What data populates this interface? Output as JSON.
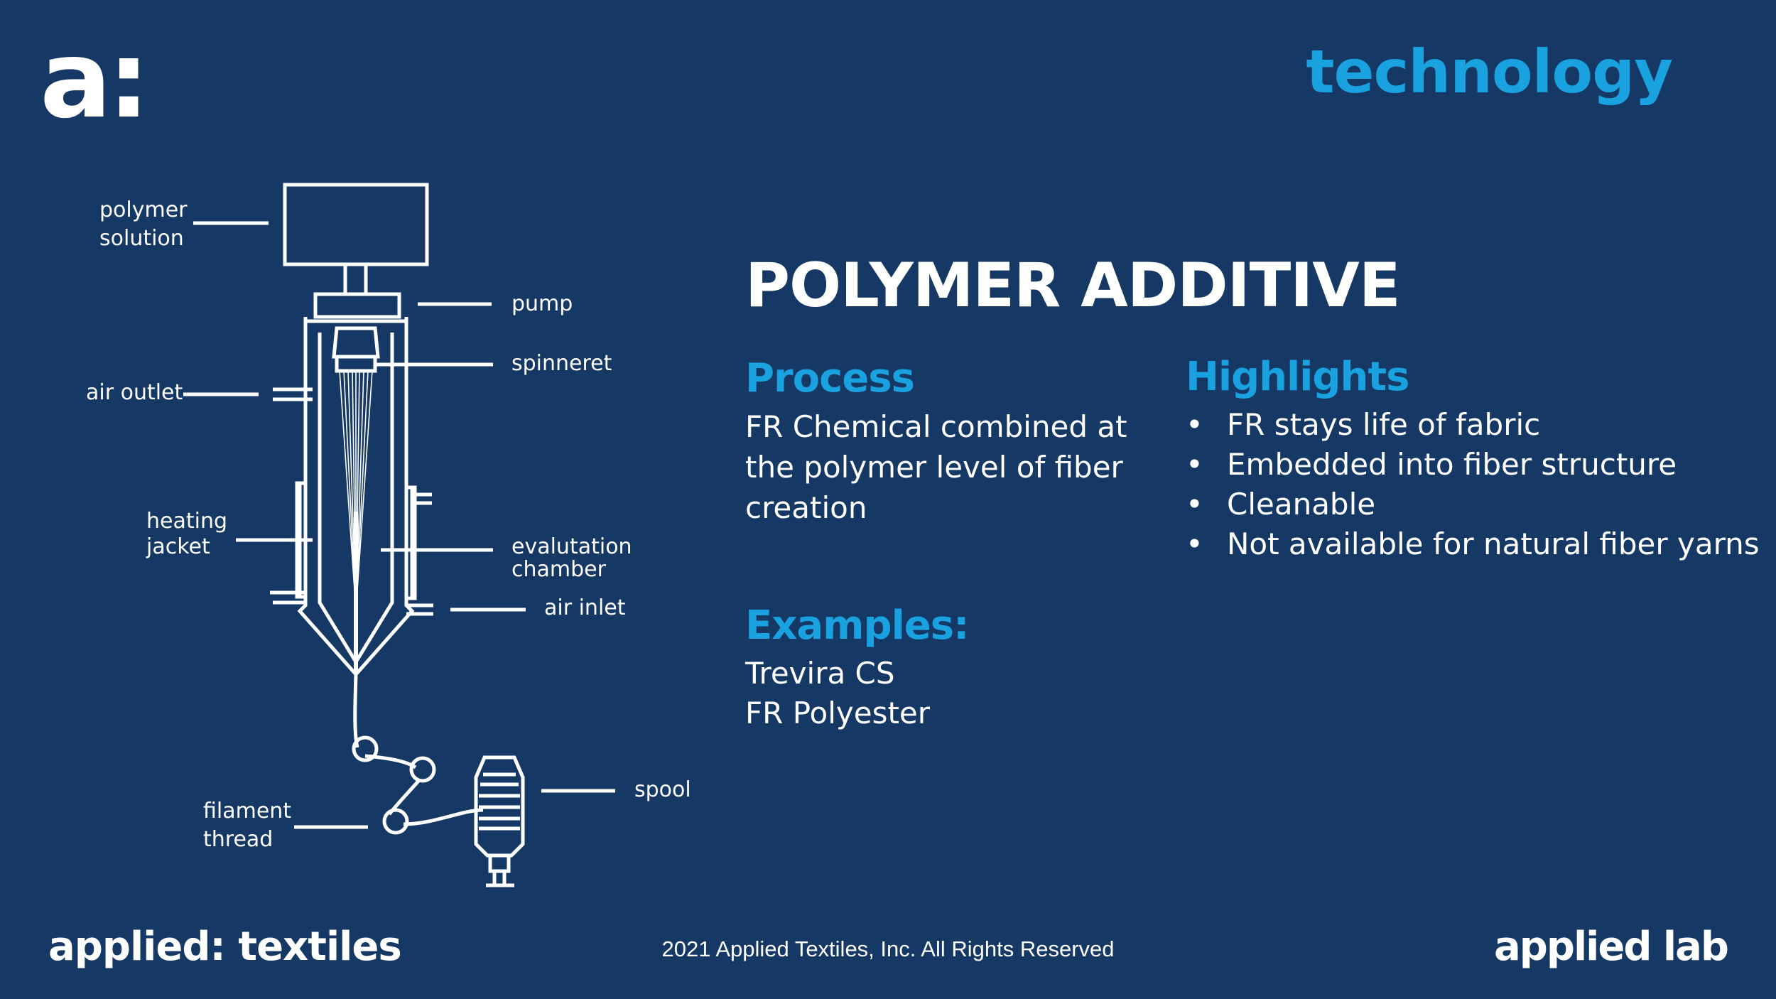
{
  "brand": {
    "logo_mark": "a:",
    "topic": "technology",
    "footer_left": "applied: textiles",
    "footer_copyright": "2021 Applied Textiles, Inc. All Rights Reserved",
    "footer_right": "applied lab"
  },
  "colors": {
    "background": "#153864",
    "accent": "#1aa1e0",
    "text": "#ffffff"
  },
  "diagram": {
    "labels": {
      "polymer_solution": "polymer\nsolution",
      "pump": "pump",
      "spinneret": "spinneret",
      "air_outlet": "air outlet",
      "heating_jacket": "heating\njacket",
      "evaluation_chamber": "evalutation\nchamber",
      "air_inlet": "air inlet",
      "spool": "spool",
      "filament_thread": "filament\nthread"
    }
  },
  "content": {
    "title": "POLYMER ADDITIVE",
    "process": {
      "heading": "Process",
      "text": "FR Chemical combined at the polymer level of fiber creation"
    },
    "highlights": {
      "heading": "Highlights",
      "items": [
        "FR stays life of fabric",
        "Embedded into fiber structure",
        "Cleanable",
        "Not available for natural fiber yarns"
      ]
    },
    "examples": {
      "heading": "Examples:",
      "items": [
        "Trevira CS",
        "FR Polyester"
      ]
    }
  }
}
